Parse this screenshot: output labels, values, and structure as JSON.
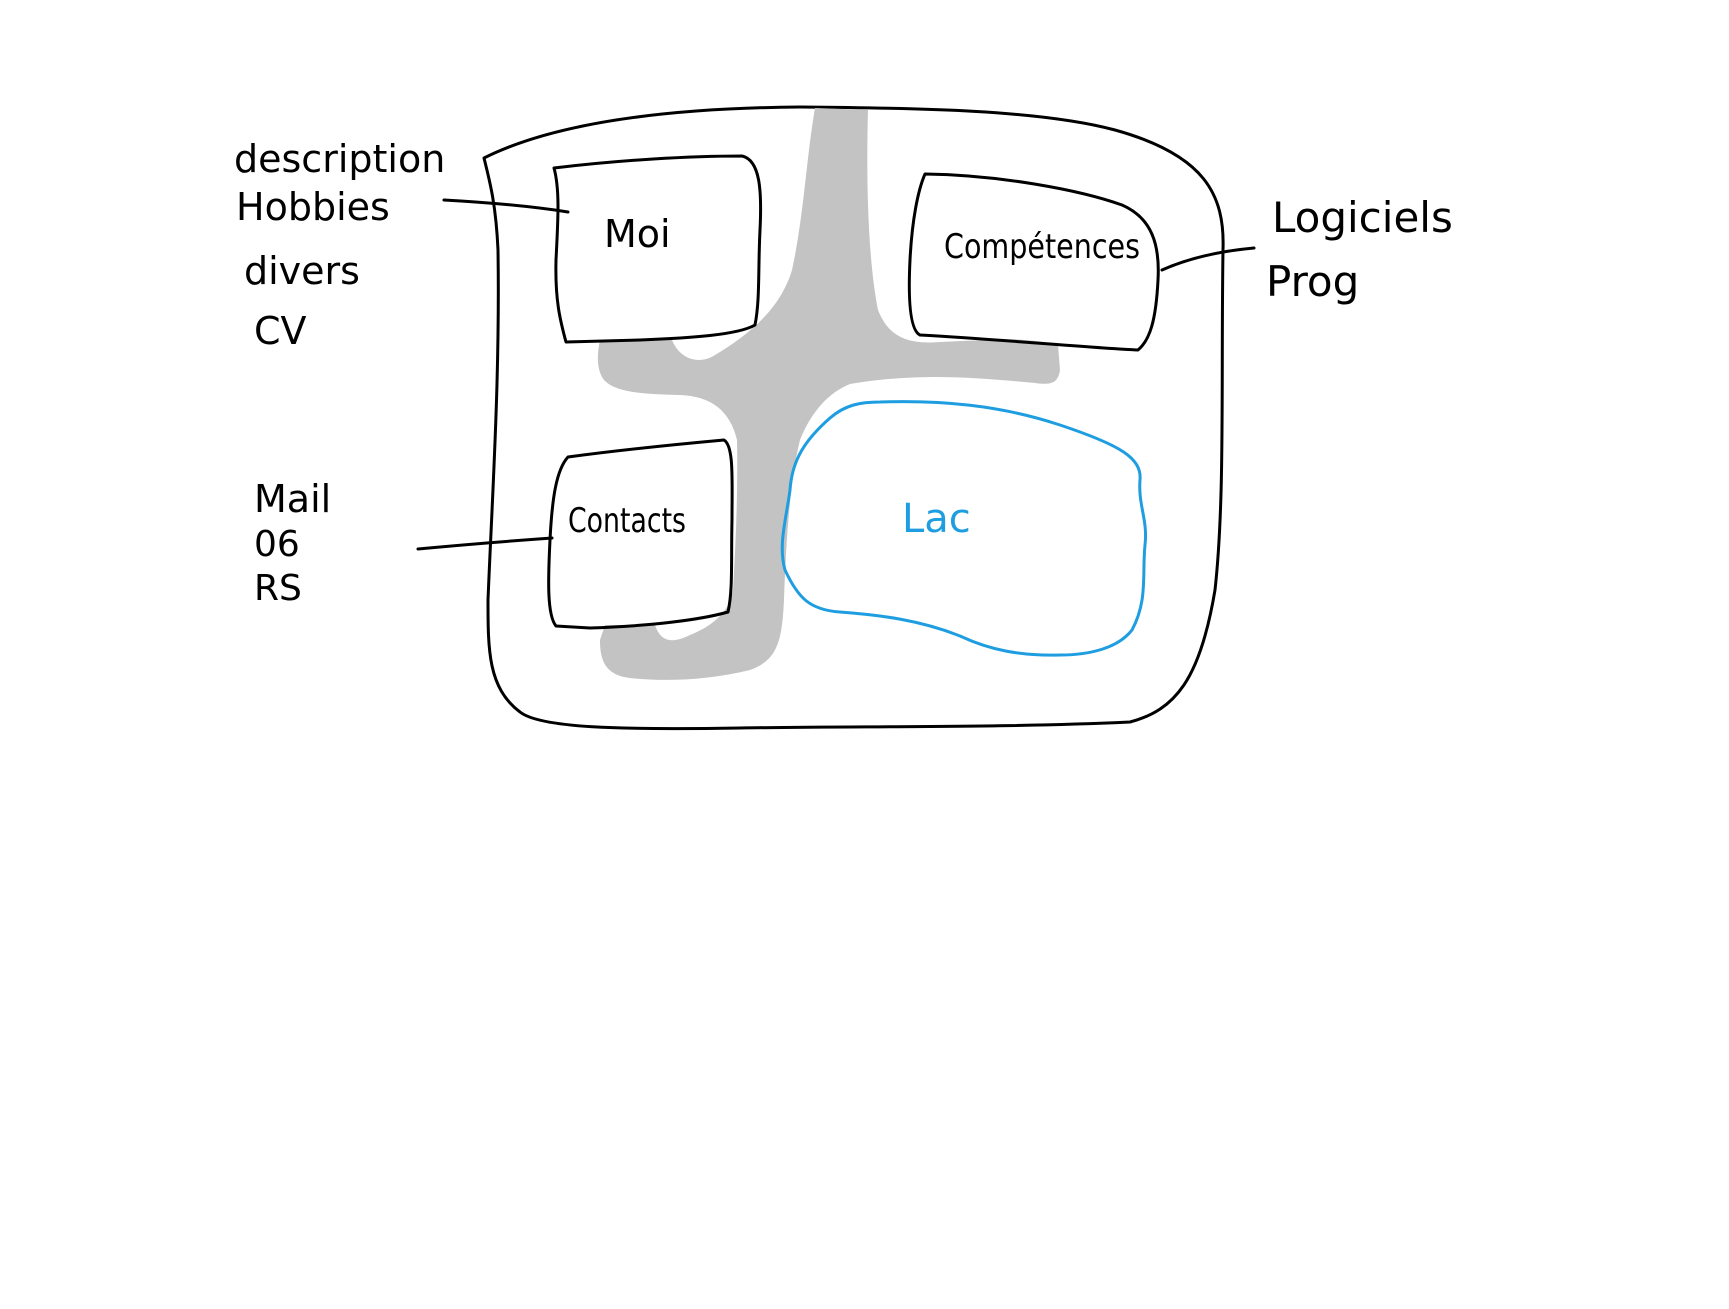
{
  "colors": {
    "ink": "#000000",
    "path": "#c3c3c3",
    "lake": "#1e9ee0",
    "background": "#ffffff"
  },
  "zones": {
    "moi": "Moi",
    "competences": "Compétences",
    "contacts": "Contacts",
    "lac": "Lac"
  },
  "notes": {
    "moi": [
      "description",
      "Hobbies",
      "divers",
      "CV"
    ],
    "competences": [
      "Logiciels",
      "Prog"
    ],
    "contacts": [
      "Mail",
      "06",
      "RS"
    ]
  }
}
